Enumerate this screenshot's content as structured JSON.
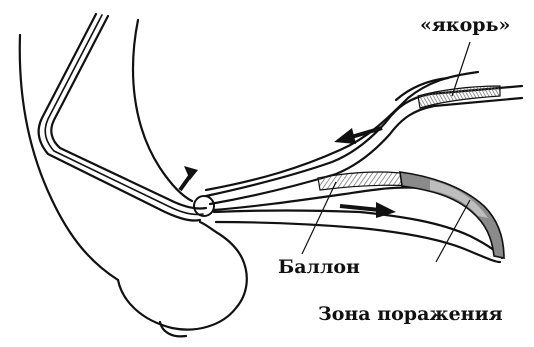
{
  "labels": {
    "anchor": "«якорь»",
    "balloon": "Баллон",
    "lesion_zone": "Зона поражения"
  },
  "colors": {
    "line": "#111111",
    "hatch": "#9a9a9a",
    "lesion_fill": "#8a8a8a",
    "background": "#ffffff"
  },
  "icons": {
    "arrow_up_right": "arrow-up-right-icon",
    "arrow_left": "arrow-left-icon",
    "arrow_right": "arrow-right-icon"
  }
}
